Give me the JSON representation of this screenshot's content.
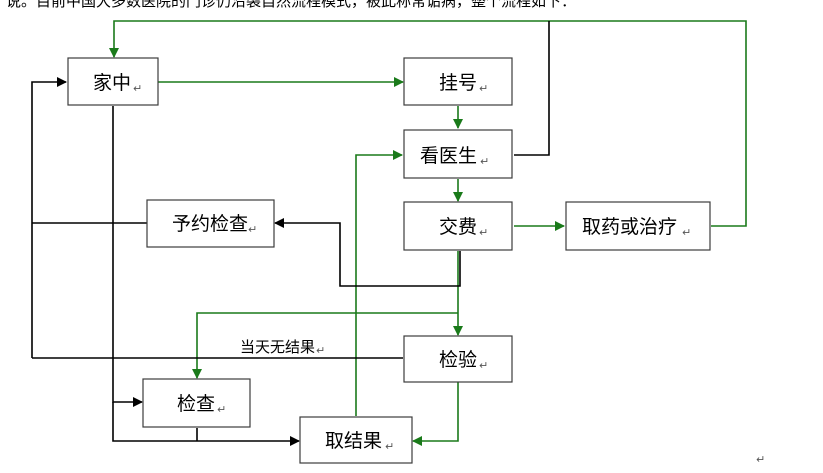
{
  "header_text": "说。目前中国大多数医院的门诊仍沿袭自然流程模式，被此称常诟病，整个流程如下：",
  "paragraph_mark": "↵",
  "nodes": {
    "home": "家中",
    "register": "挂号",
    "doctor": "看医生",
    "pay": "交费",
    "medicine": "取药或治疗",
    "appointment": "予约检查",
    "lab": "检验",
    "exam": "检查",
    "result": "取结果"
  },
  "annotations": {
    "no_result_same_day": "当天无结果"
  },
  "colors": {
    "green_flow": "#1a7a1a",
    "black_flow": "#000000",
    "box_border": "#3c3c3c"
  }
}
